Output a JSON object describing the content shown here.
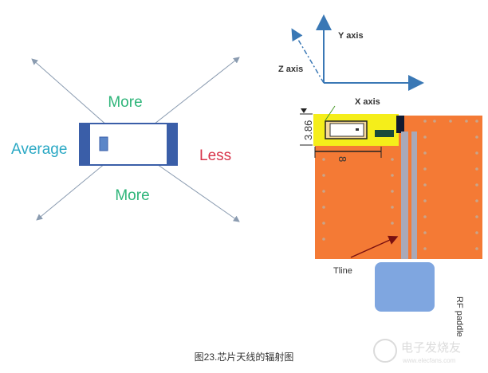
{
  "left_diagram": {
    "top_label": "More",
    "left_label": "Average",
    "right_label": "Less",
    "bottom_label": "More"
  },
  "axes": {
    "y_label": "Y axis",
    "z_label": "Z axis",
    "x_label": "X axis"
  },
  "pcb": {
    "height_dim": "3.86",
    "width_dim": "8",
    "tline_label": "Tline",
    "paddle_label": "RF paddle"
  },
  "caption": "图23.芯片天线的辐射图",
  "watermark": {
    "brand": "电子发烧友",
    "url": "www.elecfans.com"
  },
  "colors": {
    "more": "#2fb57a",
    "average": "#2aa8c4",
    "less": "#d8334a",
    "board": "#f47a35",
    "keepout": "#f5ee1a",
    "paddle": "#7fa6e0",
    "axis": "#3a78b5"
  }
}
